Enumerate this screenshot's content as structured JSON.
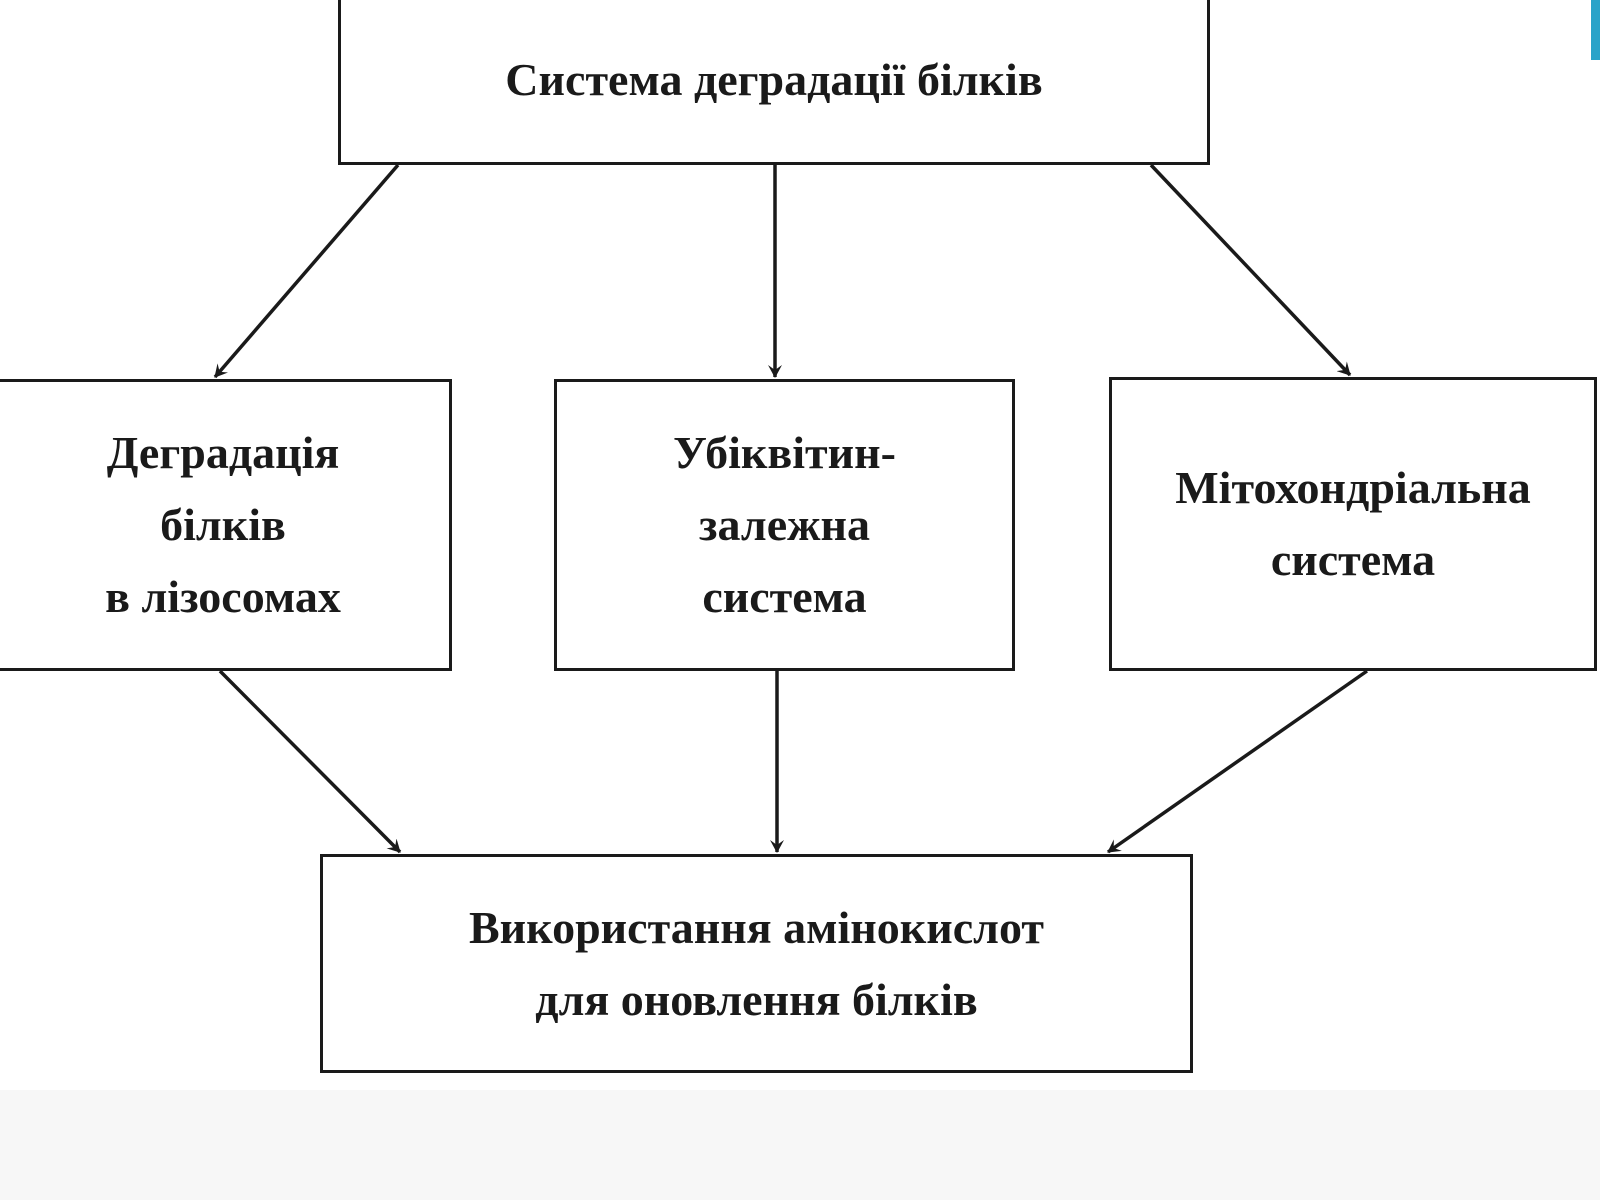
{
  "diagram": {
    "nodes": {
      "top": "Система деградації білків",
      "left": "Деградація\nбілків\nв лізосомах",
      "middle": "Убіквітин-\nзалежна\nсистема",
      "right": "Мітохондріальна\nсистема",
      "bottom": "Використання амінокислот\nдля оновлення білків"
    },
    "edges": [
      {
        "from": "top",
        "to": "left"
      },
      {
        "from": "top",
        "to": "middle"
      },
      {
        "from": "top",
        "to": "right"
      },
      {
        "from": "left",
        "to": "bottom"
      },
      {
        "from": "middle",
        "to": "bottom"
      },
      {
        "from": "right",
        "to": "bottom"
      }
    ],
    "colors": {
      "stroke": "#1a1a1a",
      "background": "#ffffff",
      "accent": "#29a3c9"
    }
  }
}
